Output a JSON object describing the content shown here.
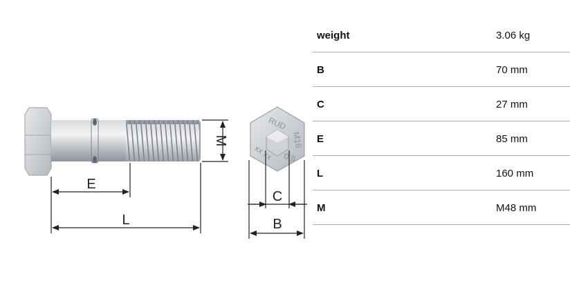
{
  "drawing": {
    "dimensions": {
      "E": "E",
      "L": "L",
      "M": "M",
      "B": "B",
      "C": "C"
    },
    "head_marking": {
      "brand": "RUD",
      "size": "M16",
      "code": "xx xx",
      "grade": "6.0"
    }
  },
  "specs": [
    {
      "label": "weight",
      "value": "3.06 kg"
    },
    {
      "label": "B",
      "value": "70 mm"
    },
    {
      "label": "C",
      "value": "27 mm"
    },
    {
      "label": "E",
      "value": "85 mm"
    },
    {
      "label": "L",
      "value": "160 mm"
    },
    {
      "label": "M",
      "value": "M48 mm"
    }
  ]
}
